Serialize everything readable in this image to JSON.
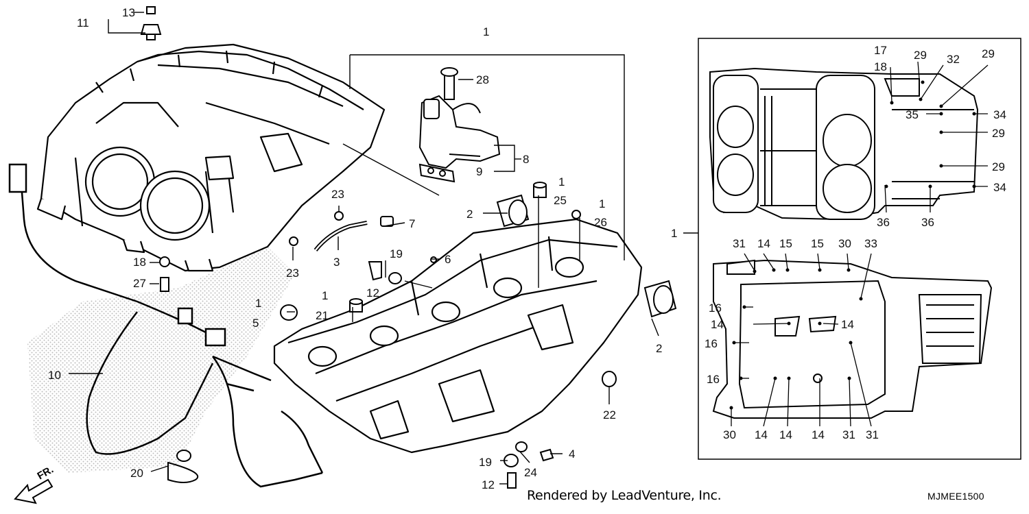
{
  "footer": {
    "credit": "Rendered by LeadVenture, Inc.",
    "code": "MJMEE1500"
  },
  "direction_label": "FR.",
  "callouts": {
    "c1_top": "1",
    "c1_left": "1",
    "c1_25": "1",
    "c1_26": "1",
    "c1_5": "1",
    "c1_21": "1",
    "c2a": "2",
    "c2b": "2",
    "c3": "3",
    "c4": "4",
    "c5": "5",
    "c6": "6",
    "c7": "7",
    "c8": "8",
    "c9": "9",
    "c10": "10",
    "c11": "11",
    "c12a": "12",
    "c12b": "12",
    "c13": "13",
    "c18": "18",
    "c19a": "19",
    "c19b": "19",
    "c20": "20",
    "c21": "21",
    "c22": "22",
    "c23a": "23",
    "c23b": "23",
    "c24": "24",
    "c25": "25",
    "c26": "26",
    "c27": "27",
    "c28": "28"
  },
  "inset": {
    "top": {
      "c17": "17",
      "c18": "18",
      "c29a": "29",
      "c32": "32",
      "c29b": "29",
      "c35": "35",
      "c34a": "34",
      "c29c": "29",
      "c29d": "29",
      "c34b": "34",
      "c36a": "36",
      "c36b": "36"
    },
    "bottom": {
      "c31a": "31",
      "c14a": "14",
      "c15a": "15",
      "c15b": "15",
      "c30a": "30",
      "c33": "33",
      "c16a": "16",
      "c14b": "14",
      "c14c": "14",
      "c16b": "16",
      "c16c": "16",
      "c30b": "30",
      "c14d": "14",
      "c14e": "14",
      "c14f": "14",
      "c31b": "31",
      "c31c": "31"
    }
  }
}
